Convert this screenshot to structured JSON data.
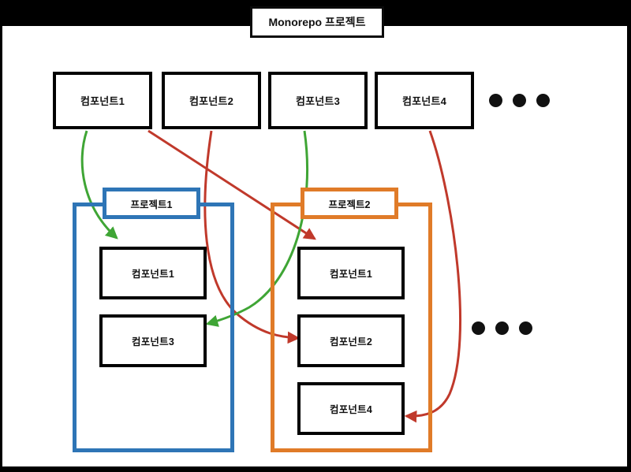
{
  "diagram": {
    "title": "Monorepo 프로젝트",
    "background_color": "#000000",
    "canvas_color": "#ffffff",
    "colors": {
      "box_border": "#000000",
      "project1_border": "#2E75B6",
      "project2_border": "#E07B28",
      "arrow_green": "#3FA535",
      "arrow_red": "#C0392B",
      "dot": "#111111"
    },
    "top_components": [
      {
        "label": "컴포넌트1"
      },
      {
        "label": "컴포넌트2"
      },
      {
        "label": "컴포넌트3"
      },
      {
        "label": "컴포넌트4"
      }
    ],
    "top_ellipsis": "●●●",
    "right_ellipsis": "●●●",
    "projects": [
      {
        "label": "프로젝트1",
        "accent": "#2E75B6",
        "components": [
          {
            "label": "컴포넌트1"
          },
          {
            "label": "컴포넌트3"
          }
        ]
      },
      {
        "label": "프로젝트2",
        "accent": "#E07B28",
        "components": [
          {
            "label": "컴포넌트1"
          },
          {
            "label": "컴포넌트2"
          },
          {
            "label": "컴포넌트4"
          }
        ]
      }
    ],
    "connections": [
      {
        "from": "컴포넌트1",
        "to": "프로젝트1 / 컴포넌트1",
        "color": "#3FA535"
      },
      {
        "from": "컴포넌트1",
        "to": "프로젝트2 / 컴포넌트1",
        "color": "#C0392B"
      },
      {
        "from": "컴포넌트2",
        "to": "프로젝트2 / 컴포넌트2",
        "color": "#C0392B"
      },
      {
        "from": "컴포넌트3",
        "to": "프로젝트1 / 컴포넌트3",
        "color": "#3FA535"
      },
      {
        "from": "컴포넌트4",
        "to": "프로젝트2 / 컴포넌트4",
        "color": "#C0392B"
      }
    ]
  }
}
